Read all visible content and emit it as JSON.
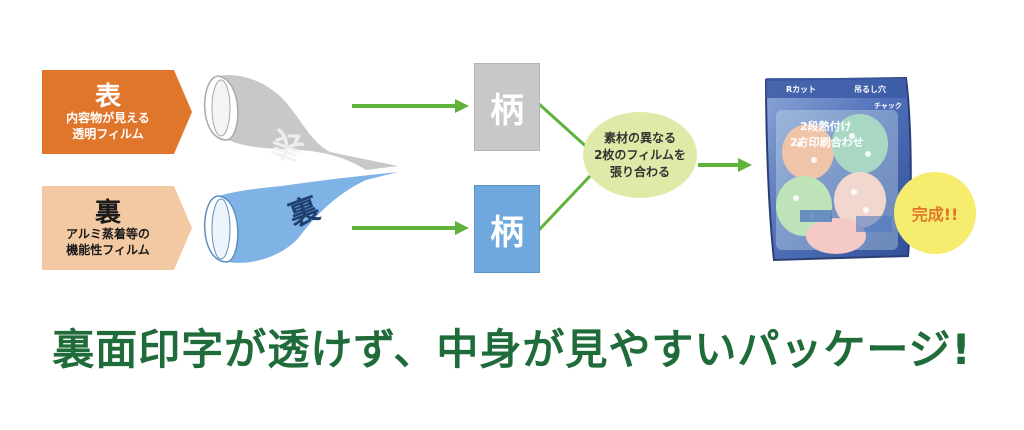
{
  "front_label": {
    "title": "表",
    "line1": "内容物が見える",
    "line2": "透明フィルム"
  },
  "back_label": {
    "title": "裏",
    "line1": "アルミ蒸着等の",
    "line2": "機能性フィルム"
  },
  "film_text": {
    "front": "表",
    "back": "裏"
  },
  "patterns": {
    "top": "柄",
    "bottom": "柄"
  },
  "lamination": {
    "text": "素材の異なる\n2枚のフィルムを\n張り合わる"
  },
  "package": {
    "tag_left": "Rカット",
    "tag_right": "吊るし穴",
    "zipper": "チャック",
    "product_line1": "2段熱付け",
    "product_line2": "2方印刷合わせ"
  },
  "complete": "完成!!",
  "headline": "裏面印字が透けず、中身が見やすいパッケージ!",
  "colors": {
    "front_orange": "#e0762b",
    "back_peach": "#f2c9a3",
    "arrow_green": "#5fb23a",
    "pattern_gray": "#c8c8c8",
    "pattern_blue": "#6fa8dc",
    "ellipse_green": "#dfe9a8",
    "headline_green": "#1f6b3a",
    "burst_yellow": "#f6ec6d"
  }
}
